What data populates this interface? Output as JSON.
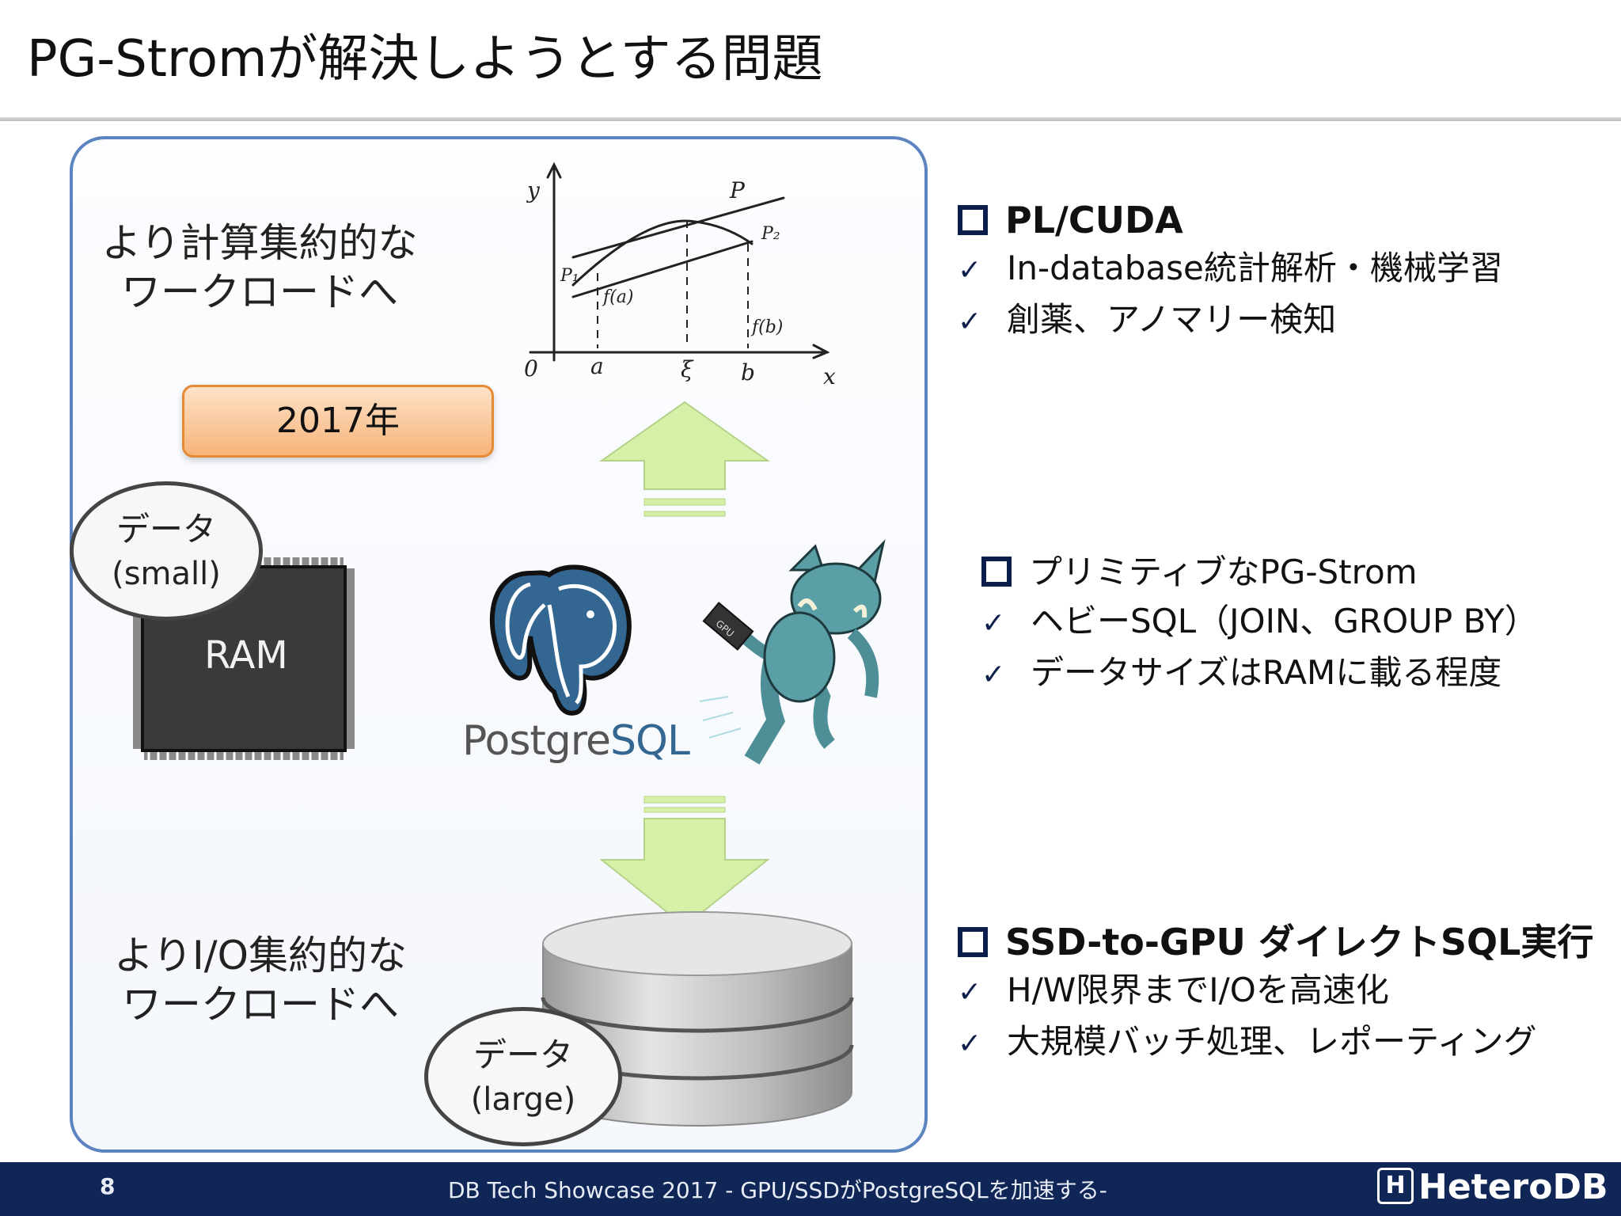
{
  "slide": {
    "title": "PG-Stromが解決しようとする問題",
    "page_number": "8",
    "footer_text": "DB Tech Showcase 2017 - GPU/SSDがPostgreSQLを加速する-",
    "logo_text": "HeteroDB",
    "logo_mark": "H"
  },
  "diagram": {
    "top_label": [
      "より計算集約的な",
      "ワークロードへ"
    ],
    "bottom_label": [
      "よりI/O集約的な",
      "ワークロードへ"
    ],
    "year_box": "2017年",
    "ram_label": "RAM",
    "bubble_small": [
      "データ",
      "(small)"
    ],
    "bubble_large": [
      "データ",
      "(large)"
    ],
    "postgres_text_1": "Postgre",
    "postgres_text_2": "SQL",
    "gpu_card_label": "GPU",
    "graph_labels": {
      "y": "y",
      "x": "x",
      "origin": "0",
      "a": "a",
      "b": "b",
      "xi": "ξ",
      "P": "P",
      "P1": "P₁",
      "P2": "P₂",
      "fa": "f(a)",
      "fb": "f(b)"
    }
  },
  "sections": [
    {
      "heading": "PL/CUDA",
      "items": [
        "In-database統計解析・機械学習",
        "創薬、アノマリー検知"
      ]
    },
    {
      "heading": "プリミティブなPG-Strom",
      "items": [
        "ヘビーSQL（JOIN、GROUP BY）",
        "データサイズはRAMに載る程度"
      ]
    },
    {
      "heading": "SSD-to-GPU ダイレクトSQL実行",
      "items": [
        "H/W限界までI/Oを高速化",
        "大規模バッチ処理、レポーティング"
      ]
    }
  ],
  "colors": {
    "panel_border": "#5b84c0",
    "arrow_fill": "#d6f0a8",
    "year_box": "#f8b478",
    "footer_bg": "#0f2657",
    "postgres_blue": "#336791",
    "hero_teal": "#5a9ea6"
  },
  "icons": [
    "square-bullet-icon",
    "checkmark-icon",
    "up-arrow-icon",
    "down-arrow-icon",
    "elephant-logo-icon",
    "gpu-hero-icon",
    "disk-stack-icon",
    "ram-chip-icon"
  ]
}
